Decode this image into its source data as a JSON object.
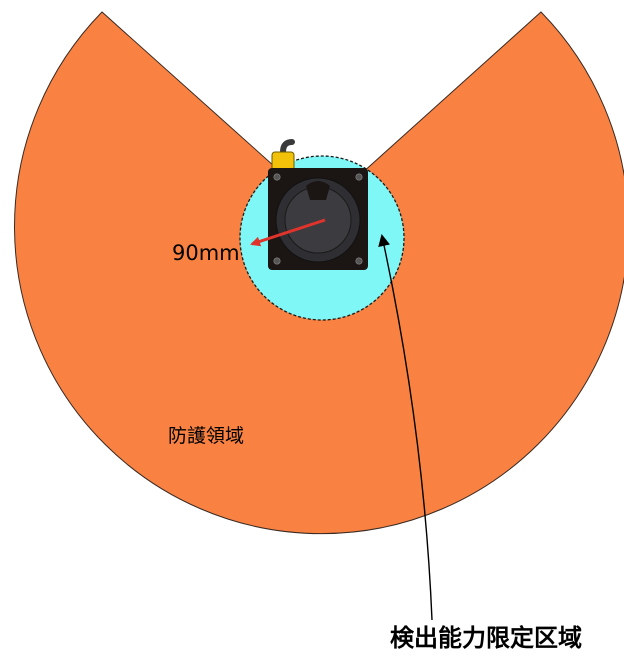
{
  "labels": {
    "radius": "90mm",
    "protection_area": "防護領域",
    "limited_detection_area": "検出能力限定区域"
  },
  "colors": {
    "protection_area": "#F98242",
    "limited_area": "#7FF7F7",
    "sensor_body": "#1B1514",
    "sensor_lens": "#2F2F33",
    "cable_connector": "#F2C20B",
    "radius_arrow": "#E0332B"
  },
  "icons": {
    "sensor": "laser-scanner-icon"
  }
}
